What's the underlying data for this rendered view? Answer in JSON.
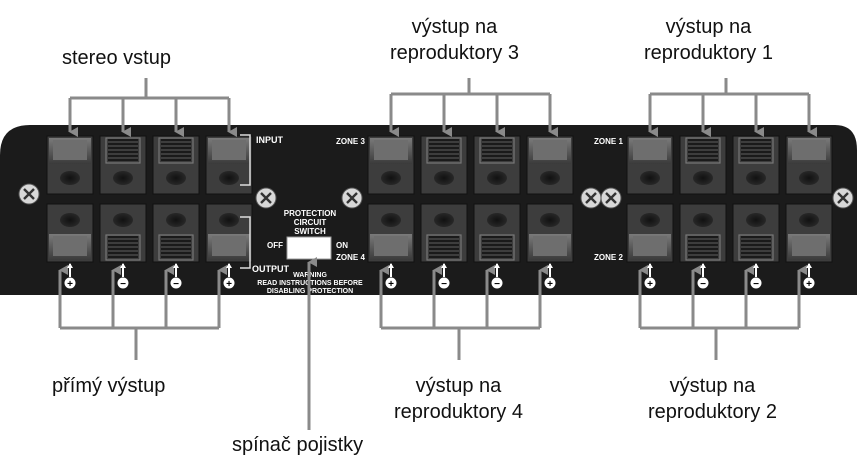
{
  "callouts": {
    "stereo_in": "stereo vstup",
    "out3_line1": "výstup na",
    "out3_line2": "reproduktory 3",
    "out1_line1": "výstup na",
    "out1_line2": "reproduktory 1",
    "direct_out": "přímý výstup",
    "out4_line1": "výstup na",
    "out4_line2": "reproduktory 4",
    "out2_line1": "výstup na",
    "out2_line2": "reproduktory 2",
    "protection_switch": "spínač pojistky"
  },
  "panel_labels": {
    "input": "INPUT",
    "output": "OUTPUT",
    "zone1": "ZONE 1",
    "zone2": "ZONE 2",
    "zone3": "ZONE 3",
    "zone4": "ZONE 4",
    "protection_l1": "PROTECTION",
    "protection_l2": "CIRCUIT",
    "protection_l3": "SWITCH",
    "off": "OFF",
    "on": "ON",
    "warning_l1": "WARNING",
    "warning_l2": "READ INSTRUCTIONS BEFORE",
    "warning_l3": "DISABLING PROTECTION"
  },
  "polarity": [
    "+",
    "−",
    "−",
    "+"
  ],
  "colors": {
    "panel": "#1b1b1b",
    "terminal_face": "#5a5a5a",
    "terminal_dark": "#2a2a2a",
    "leader": "#8a8a8a",
    "text": "#111111"
  }
}
